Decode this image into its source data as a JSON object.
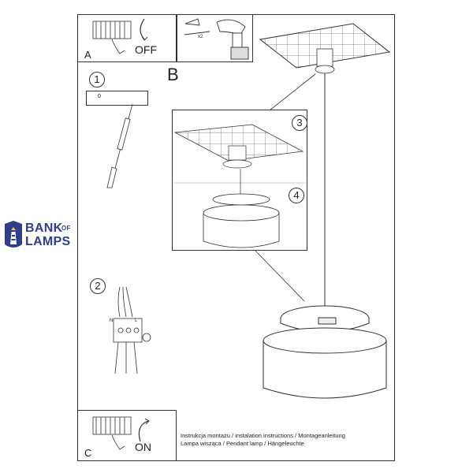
{
  "brand": {
    "line1": "BANK",
    "of": "OF",
    "line2": "LAMPS"
  },
  "panel_a": {
    "label": "A",
    "action": "OFF"
  },
  "panel_b": {
    "label": "B"
  },
  "panel_c": {
    "label": "C",
    "action": "ON"
  },
  "drill_note": "x2",
  "steps": [
    "1",
    "2",
    "3",
    "4"
  ],
  "wiring": {
    "n": "N",
    "l": "L"
  },
  "step1_template_mark": "0",
  "caption": {
    "line1": "Instrukcja montażu / instalation instructions / Montageanleitung",
    "line2": "Lampa wisząca / Pendant lamp / Hängeleuchte"
  },
  "colors": {
    "brand": "#2f3d8a",
    "line": "#333333"
  }
}
